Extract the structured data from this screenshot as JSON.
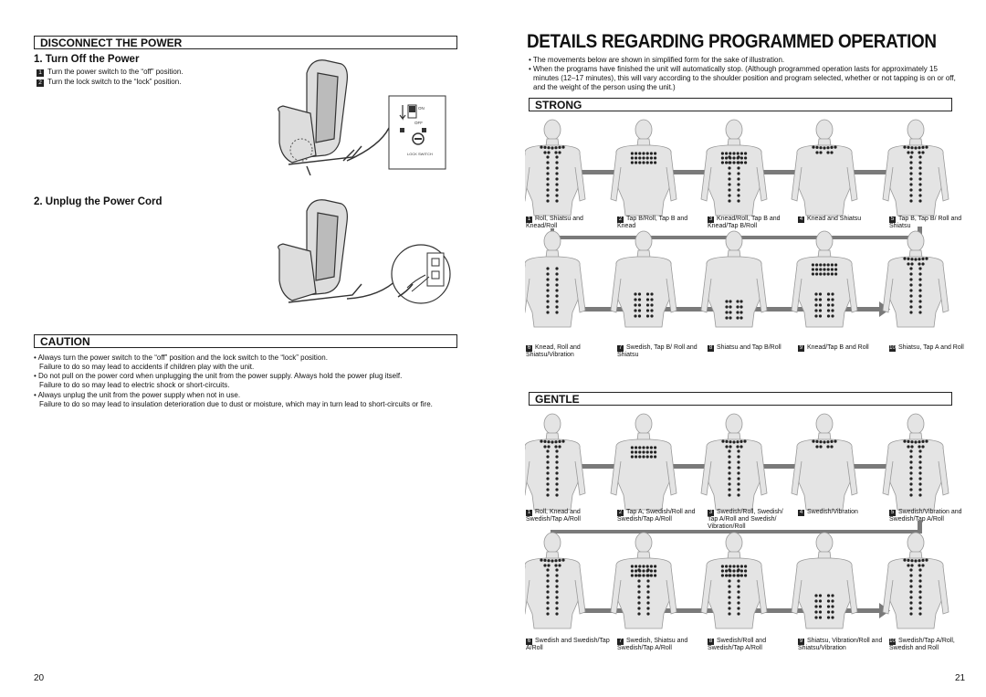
{
  "left": {
    "disconnect_title": "DISCONNECT THE POWER",
    "turn_off_title": "1. Turn Off the Power",
    "turn_off_steps": [
      {
        "n": "1",
        "text": "Turn the power switch to the “off” position."
      },
      {
        "n": "2",
        "text": "Turn the lock switch to the “lock” position."
      }
    ],
    "switch_labels": {
      "on": "ON",
      "off": "OFF",
      "lock": "LOCK SWITCH"
    },
    "unplug_title": "2. Unplug the Power Cord",
    "caution_title": "CAUTION",
    "caution_items": [
      {
        "main": "Always turn the power switch to the “off” position and the lock switch to the “lock” position.",
        "sub": "Failure to do so may lead to accidents if children play with the unit."
      },
      {
        "main": "Do not pull on the power cord when unplugging the unit from the power supply.  Always hold the power plug itself.",
        "sub": "Failure to do so may lead to electric shock or short-circuits."
      },
      {
        "main": "Always unplug the unit from the power supply when not in use.",
        "sub": "Failure to do so may lead to insulation deterioration due to dust or moisture, which may in turn lead to short-circuits or fire."
      }
    ],
    "page_number": "20"
  },
  "right": {
    "title": "DETAILS REGARDING PROGRAMMED OPERATION",
    "intro": [
      "The movements below are shown in simplified form for the sake of illustration.",
      "When the programs have finished the unit will automatically stop.  (Although programmed operation lasts for approximately 15 minutes (12–17 minutes), this will vary according to the shoulder position and program selected, whether or not tapping is on or off, and the weight of the person using the unit.)"
    ],
    "strong_title": "STRONG",
    "strong_steps": [
      {
        "n": "1",
        "text": "Roll, Shiatsu and Knead/Roll"
      },
      {
        "n": "2",
        "text": "Tap B/Roll, Tap B and Knead"
      },
      {
        "n": "3",
        "text": "Knead/Roll, Tap B and Knead/Tap B/Roll"
      },
      {
        "n": "4",
        "text": "Knead and Shiatsu"
      },
      {
        "n": "5",
        "text": "Tap B, Tap B/ Roll and Shiatsu"
      },
      {
        "n": "6",
        "text": "Knead, Roll and Shiatsu/Vibration"
      },
      {
        "n": "7",
        "text": "Swedish, Tap B/ Roll and Shiatsu"
      },
      {
        "n": "8",
        "text": "Shiatsu and Tap B/Roll"
      },
      {
        "n": "9",
        "text": "Knead/Tap B and Roll"
      },
      {
        "n": "10",
        "text": "Shiatsu, Tap A and Roll"
      }
    ],
    "gentle_title": "GENTLE",
    "gentle_steps": [
      {
        "n": "1",
        "text": "Roll, Knead and Swedish/Tap A/Roll"
      },
      {
        "n": "2",
        "text": "Tap A, Swedish/Roll and Swedish/Tap A/Roll"
      },
      {
        "n": "3",
        "text": "Swedish/Roll, Swedish/ Tap A/Roll and Swedish/ Vibration/Roll"
      },
      {
        "n": "4",
        "text": "Swedish/Vibration"
      },
      {
        "n": "5",
        "text": "Swedish/Vibration and Swedish/Tap A/Roll"
      },
      {
        "n": "6",
        "text": "Swedish and Swedish/Tap A/Roll"
      },
      {
        "n": "7",
        "text": "Swedish, Shiatsu and Swedish/Tap A/Roll"
      },
      {
        "n": "8",
        "text": "Swedish/Roll and Swedish/Tap A/Roll"
      },
      {
        "n": "9",
        "text": "Shiatsu, Vibration/Roll and Shiatsu/Vibration"
      },
      {
        "n": "10",
        "text": "Swedish/Tap A/Roll, Swedish and Roll"
      }
    ],
    "page_number": "21"
  }
}
